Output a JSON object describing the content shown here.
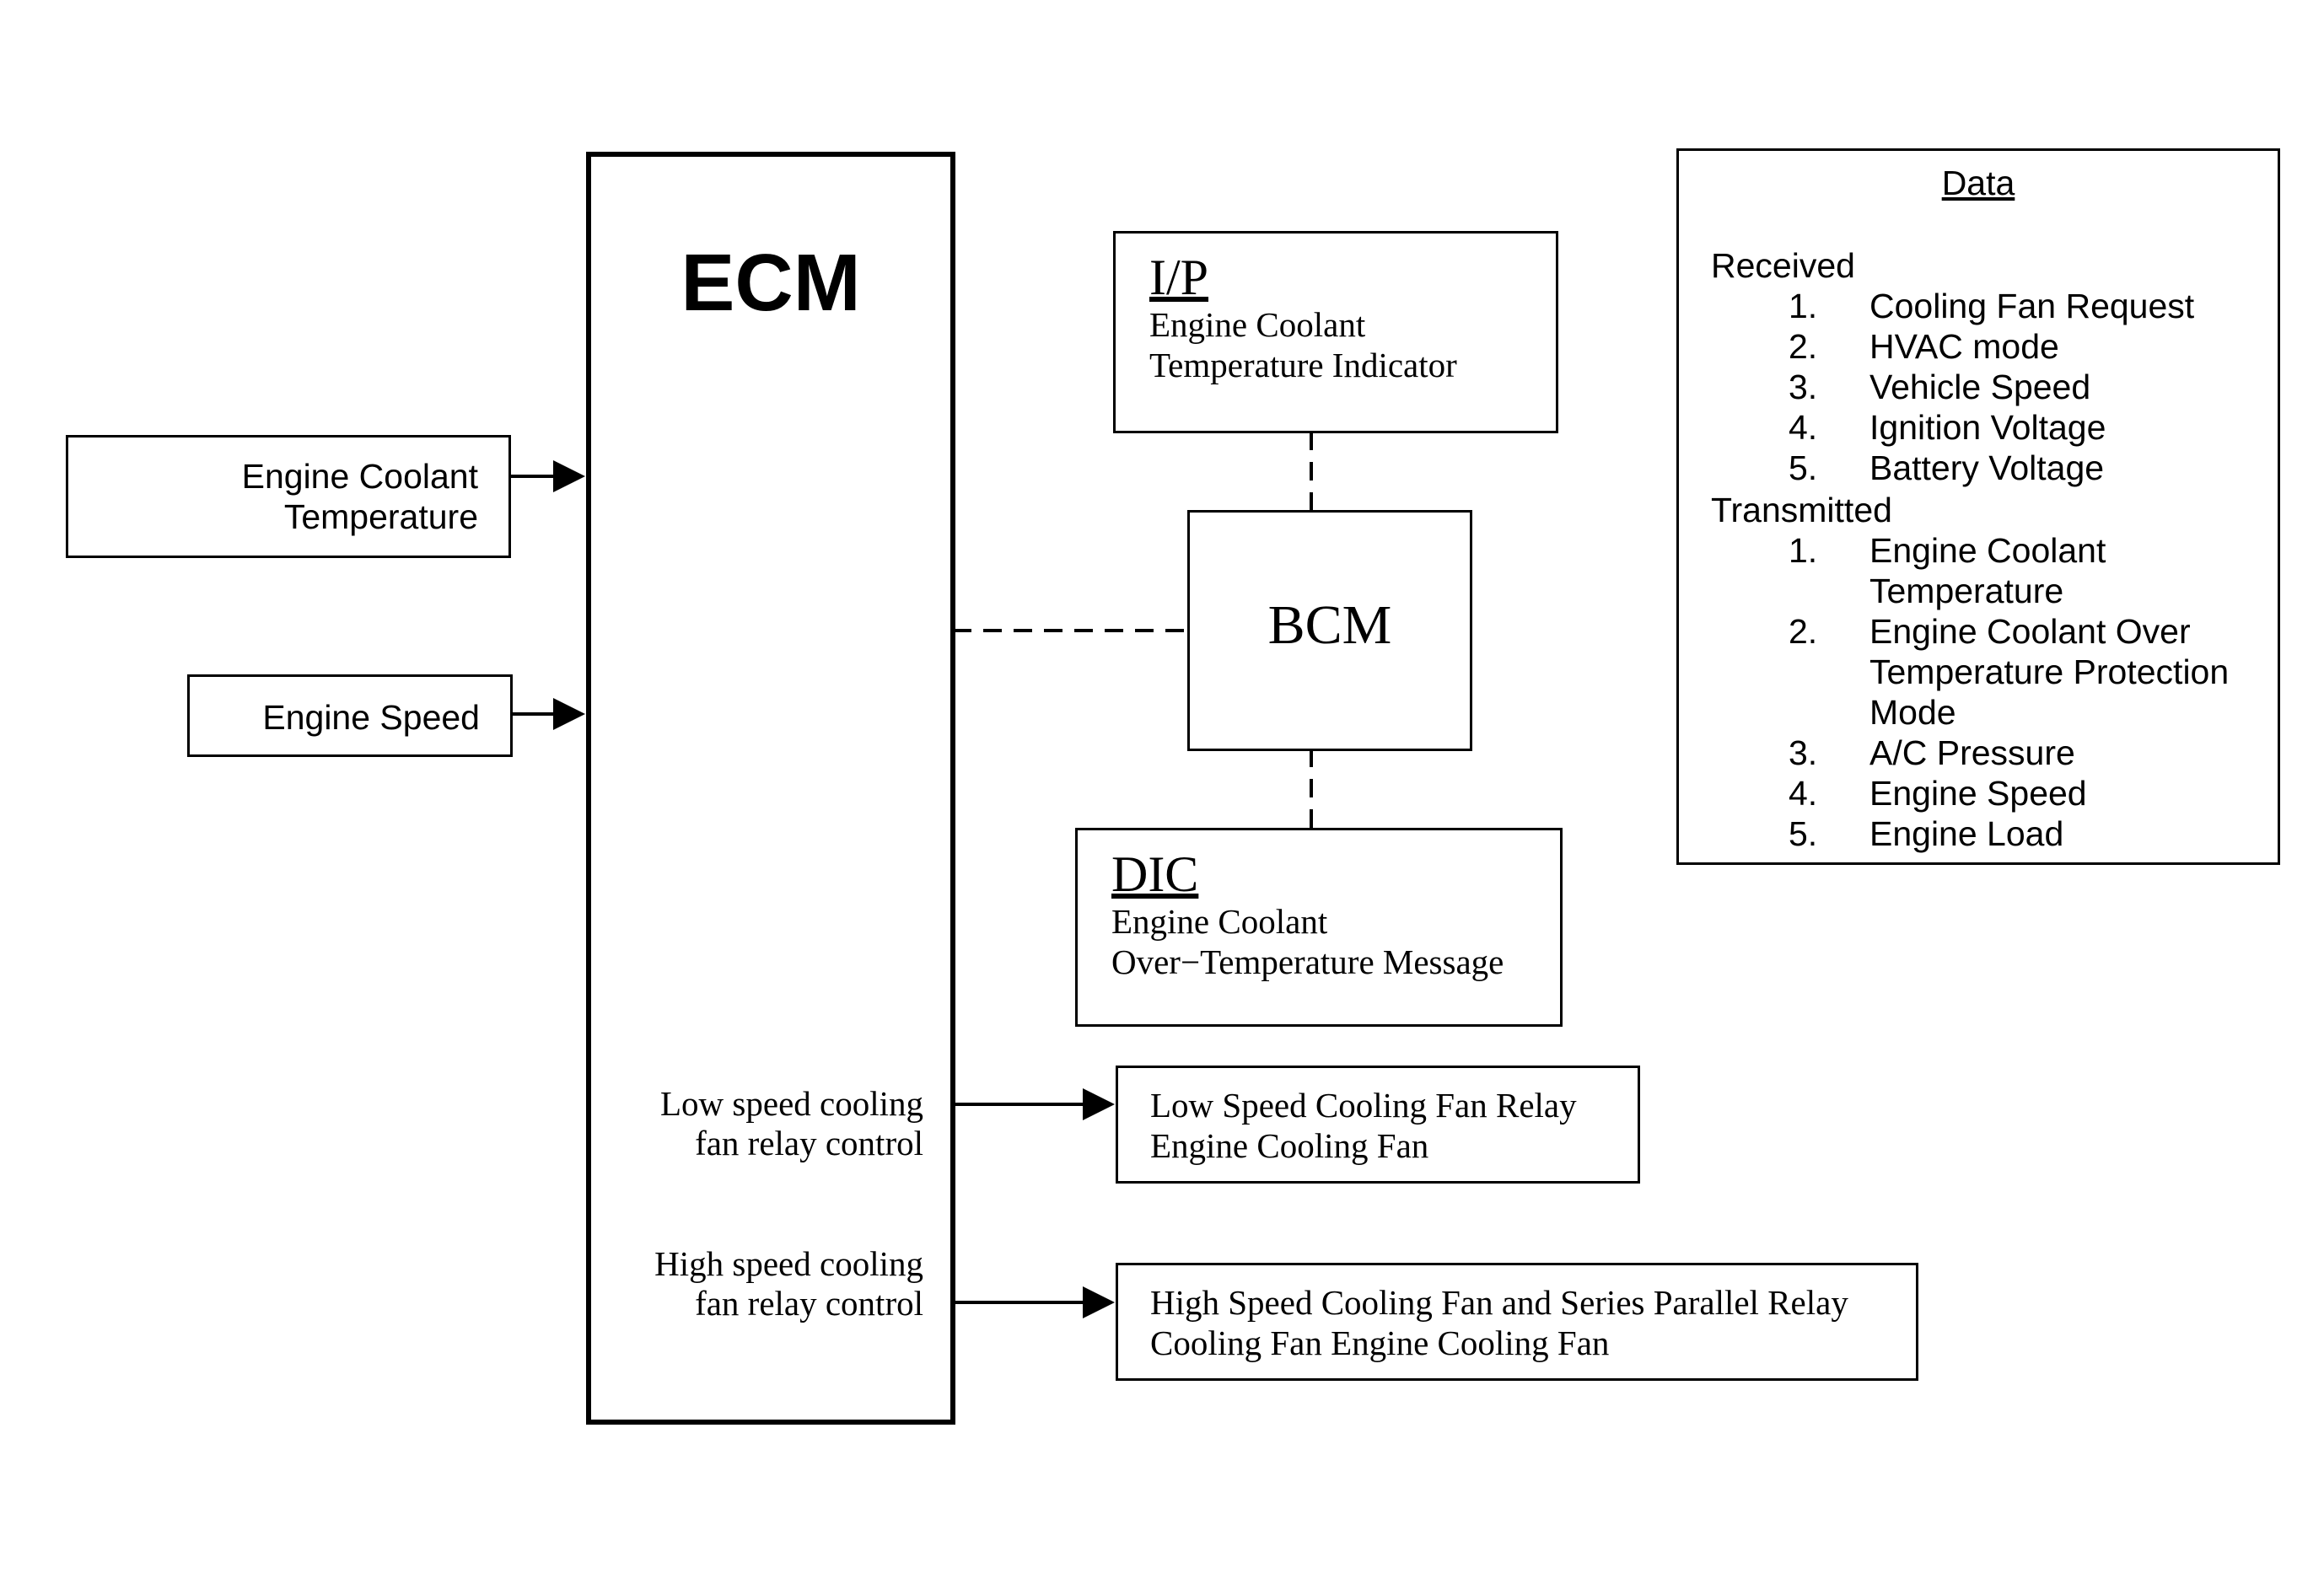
{
  "ecm": {
    "title": "ECM"
  },
  "inputs": {
    "coolant_temp": [
      "Engine Coolant",
      "Temperature"
    ],
    "engine_speed": "Engine Speed"
  },
  "ecm_outputs": {
    "low_speed": [
      "Low speed cooling",
      "fan relay control"
    ],
    "high_speed": [
      "High speed cooling",
      "fan relay control"
    ]
  },
  "ip": {
    "title": "I/P",
    "lines": [
      "Engine Coolant",
      "Temperature Indicator"
    ]
  },
  "bcm": {
    "title": "BCM"
  },
  "dic": {
    "title": "DIC",
    "lines": [
      "Engine Coolant",
      "Over−Temperature Message"
    ]
  },
  "low_relay": {
    "lines": [
      "Low Speed Cooling Fan Relay",
      "Engine Cooling Fan"
    ]
  },
  "high_relay": {
    "lines": [
      "High Speed Cooling Fan and Series Parallel Relay",
      "Cooling Fan Engine Cooling Fan"
    ]
  },
  "data_panel": {
    "title": "Data",
    "received_label": "Received",
    "received": [
      {
        "num": "1.",
        "lines": [
          "Cooling Fan Request"
        ]
      },
      {
        "num": "2.",
        "lines": [
          "HVAC mode"
        ]
      },
      {
        "num": "3.",
        "lines": [
          "Vehicle Speed"
        ]
      },
      {
        "num": "4.",
        "lines": [
          "Ignition Voltage"
        ]
      },
      {
        "num": "5.",
        "lines": [
          "Battery Voltage"
        ]
      }
    ],
    "transmitted_label": "Transmitted",
    "transmitted": [
      {
        "num": "1.",
        "lines": [
          "Engine Coolant",
          "Temperature"
        ]
      },
      {
        "num": "2.",
        "lines": [
          "Engine Coolant Over",
          "Temperature Protection",
          "Mode"
        ]
      },
      {
        "num": "3.",
        "lines": [
          "A/C Pressure"
        ]
      },
      {
        "num": "4.",
        "lines": [
          "Engine Speed"
        ]
      },
      {
        "num": "5.",
        "lines": [
          "Engine Load"
        ]
      }
    ]
  }
}
